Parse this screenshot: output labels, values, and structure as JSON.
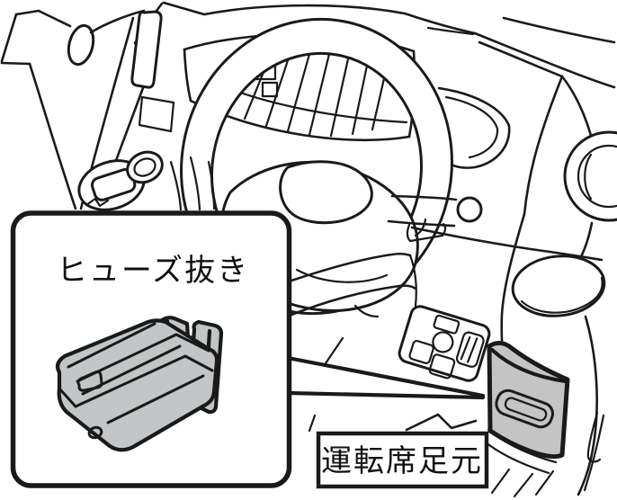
{
  "illustration": {
    "type": "car-owners-manual-line-art",
    "subject": "driver-side-dashboard-fuse-puller-location",
    "callout": {
      "label": "ヒューズ抜き",
      "item": "fuse-puller-tool"
    },
    "location_label": "運転席足元",
    "colors": {
      "line": "#1a1a1a",
      "background": "#ffffff",
      "tool_gray": "#c3c6c6",
      "panel_gray": "#c4c4c4"
    }
  }
}
